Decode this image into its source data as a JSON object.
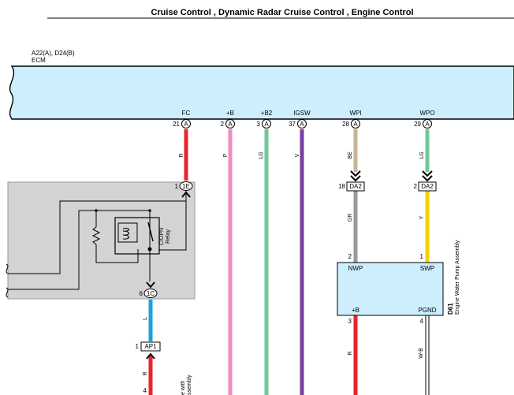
{
  "title": "Cruise Control , Dynamic Radar Cruise Control , Engine Control",
  "ecm": {
    "connectors": "A22(A), D24(B)",
    "name": "ECM",
    "fill": "#cdeefc"
  },
  "ecm_pins": [
    {
      "signal": "FC",
      "num": "21",
      "conn": "A",
      "wire": "R",
      "color": "#e8242c"
    },
    {
      "signal": "+B",
      "num": "2",
      "conn": "A",
      "wire": "P",
      "color": "#f08cc0"
    },
    {
      "signal": "+B2",
      "num": "3",
      "conn": "A",
      "wire": "LG",
      "color": "#6fc89a"
    },
    {
      "signal": "IGSW",
      "num": "37",
      "conn": "A",
      "wire": "V",
      "color": "#7b3fa0"
    },
    {
      "signal": "WPI",
      "num": "28",
      "conn": "A",
      "wire": "BE",
      "color": "#c9b39a"
    },
    {
      "signal": "WPO",
      "num": "29",
      "conn": "A",
      "wire": "LG",
      "color": "#6fc89a"
    }
  ],
  "relay": {
    "label_line1": "C/OPN",
    "label_line2": "Relay",
    "pin_top_num": "1",
    "pin_top_conn": "1E",
    "pin_bottom_num": "6",
    "pin_bottom_conn": "1C",
    "box_fill": "#d3d3d3"
  },
  "lower_left": {
    "wire_l": "L",
    "wire_l_color": "#1ea0e0",
    "junction_num": "1",
    "junction_conn": "AP1",
    "wire_r": "R",
    "pin_num": "4",
    "assembly_line1": "e with",
    "assembly_line2": "ssembly"
  },
  "connectors_da2": [
    {
      "num": "18",
      "conn": "DA2",
      "wire_below": "GR",
      "color": "#9a9a9a"
    },
    {
      "num": "2",
      "conn": "DA2",
      "wire_below": "Y",
      "color": "#f5d000"
    }
  ],
  "pump": {
    "id": "D61",
    "name": "Engine Water Pump Assembly",
    "term_nwp": "NWP",
    "term_swp": "SWP",
    "term_b": "+B",
    "term_pgnd": "PGND",
    "pin_nwp": "2",
    "pin_swp": "1",
    "pin_b": "3",
    "pin_pgnd": "4",
    "wire_b": "R",
    "wire_pgnd": "W-B",
    "fill": "#cdeefc"
  }
}
